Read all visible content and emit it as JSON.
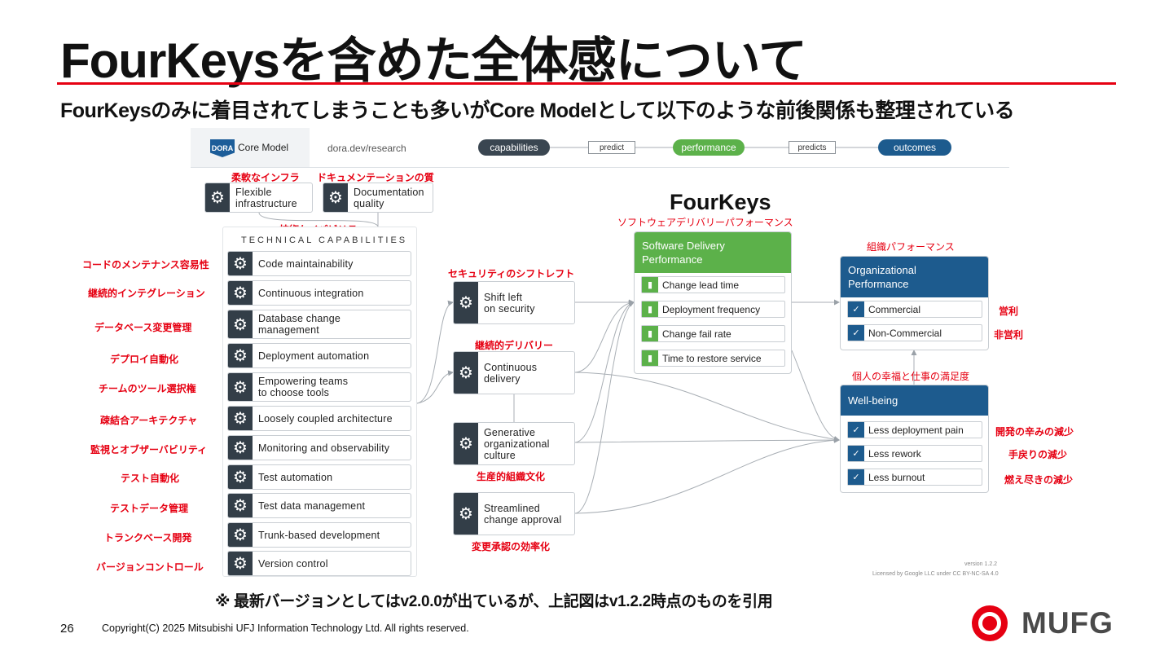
{
  "title": "FourKeysを含めた全体感について",
  "subtitle": "FourKeysのみに着目されてしまうことも多いがCore Modelとして以下のような前後関係も整理されている",
  "header": {
    "badge": "DORA",
    "core_model": "Core Model",
    "url": "dora.dev/research",
    "flow": [
      "capabilities",
      "predict",
      "performance",
      "predicts",
      "outcomes"
    ]
  },
  "top_capabilities": [
    {
      "label": "Flexible\ninfrastructure",
      "ja": "柔軟なインフラ"
    },
    {
      "label": "Documentation\nquality",
      "ja": "ドキュメンテーションの質"
    }
  ],
  "technical": {
    "title": "TECHNICAL CAPABILITIES",
    "ja": "技術ケイパビリティ",
    "items": [
      {
        "label": "Code maintainability",
        "ja": "コードのメンテナンス容易性"
      },
      {
        "label": "Continuous integration",
        "ja": "継続的インテグレーション"
      },
      {
        "label": "Database change\nmanagement",
        "ja": "データベース変更管理"
      },
      {
        "label": "Deployment automation",
        "ja": "デプロイ自動化"
      },
      {
        "label": "Empowering teams\nto choose tools",
        "ja": "チームのツール選択権"
      },
      {
        "label": "Loosely coupled architecture",
        "ja": "疎結合アーキテクチャ"
      },
      {
        "label": "Monitoring and observability",
        "ja": "監視とオブザーバビリティ"
      },
      {
        "label": "Test automation",
        "ja": "テスト自動化"
      },
      {
        "label": "Test data management",
        "ja": "テストデータ管理"
      },
      {
        "label": "Trunk-based development",
        "ja": "トランクベース開発"
      },
      {
        "label": "Version control",
        "ja": "バージョンコントロール"
      }
    ]
  },
  "middle": [
    {
      "label": "Shift left\non security",
      "ja": "セキュリティのシフトレフト"
    },
    {
      "label": "Continuous\ndelivery",
      "ja": "継続的デリバリー"
    },
    {
      "label": "Generative\norganizational\nculture",
      "ja": "生産的組織文化"
    },
    {
      "label": "Streamlined\nchange approval",
      "ja": "変更承認の効率化"
    }
  ],
  "fourkeys": {
    "heading": "FourKeys",
    "ja": "ソフトウェアデリバリーパフォーマンス",
    "title": "Software Delivery\nPerformance",
    "metrics": [
      "Change lead time",
      "Deployment frequency",
      "Change fail rate",
      "Time to restore service"
    ]
  },
  "org": {
    "ja": "組織パフォーマンス",
    "title": "Organizational\nPerformance",
    "items": [
      {
        "label": "Commercial",
        "ja": "営利"
      },
      {
        "label": "Non-Commercial",
        "ja": "非営利"
      }
    ]
  },
  "wellbeing": {
    "ja": "個人の幸福と仕事の満足度",
    "title": "Well-being",
    "items": [
      {
        "label": "Less deployment pain",
        "ja": "開発の辛みの減少"
      },
      {
        "label": "Less rework",
        "ja": "手戻りの減少"
      },
      {
        "label": "Less burnout",
        "ja": "燃え尽きの減少"
      }
    ]
  },
  "version": "version 1.2.2",
  "license": "Licensed by Google LLC under CC BY-NC-SA 4.0",
  "note": "※  最新バージョンとしてはv2.0.0が出ているが、上記図はv1.2.2時点のものを引用",
  "page_number": "26",
  "copyright": "Copyright(C) 2025 Mitsubishi UFJ Information Technology Ltd.  All rights reserved.",
  "logo_text": "MUFG",
  "colors": {
    "accent_red": "#e60012",
    "green": "#5cb14a",
    "blue": "#1d5b8e",
    "dark": "#333e48"
  }
}
